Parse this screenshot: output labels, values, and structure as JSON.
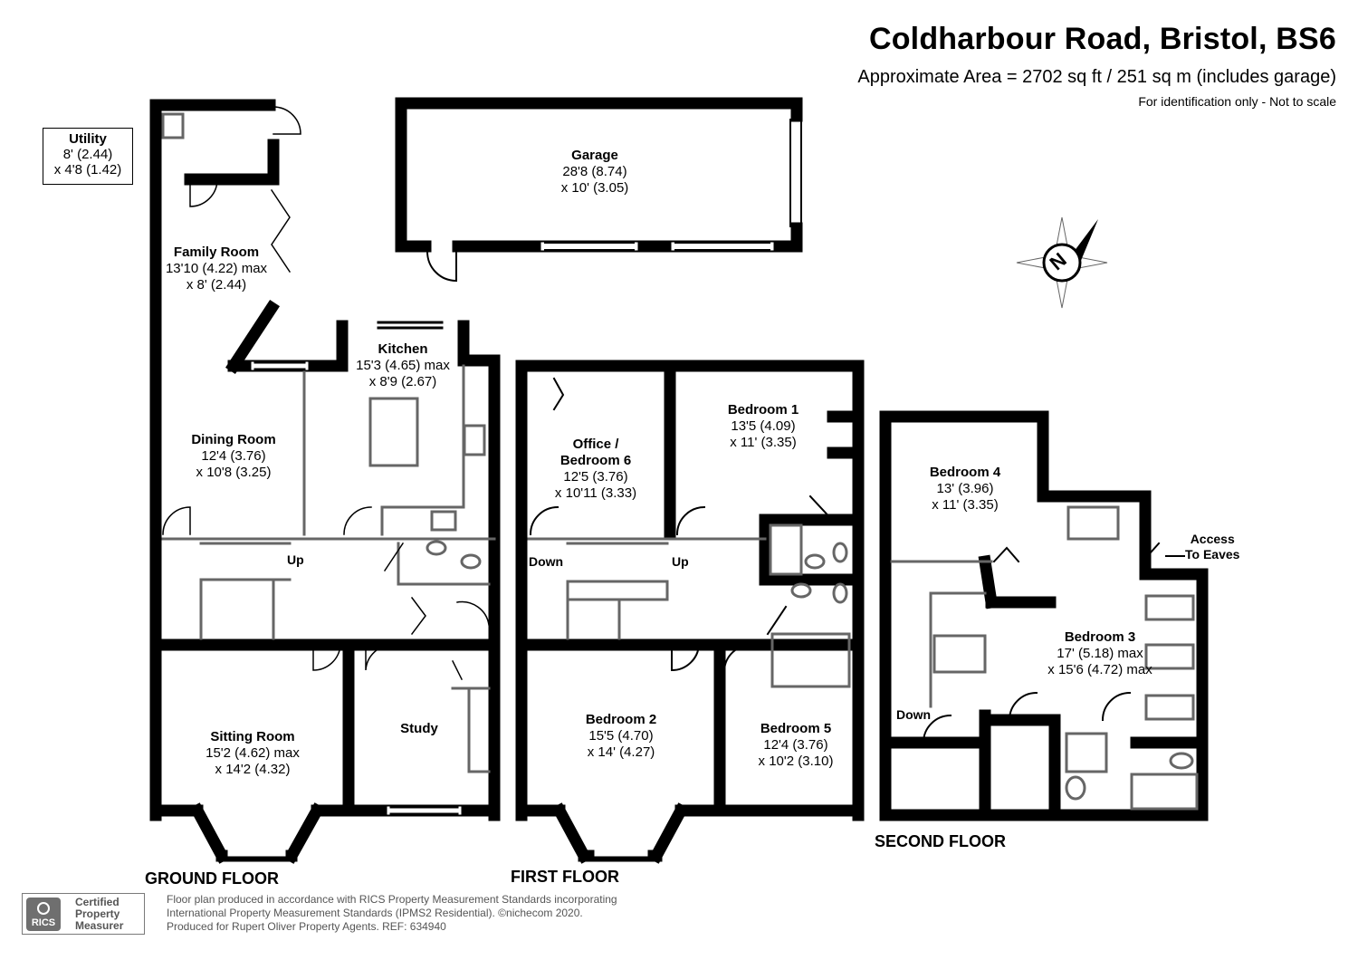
{
  "header": {
    "title": "Coldharbour Road, Bristol, BS6",
    "area": "Approximate Area = 2702 sq ft / 251 sq m (includes garage)",
    "note": "For identification only - Not to scale"
  },
  "rooms": {
    "utility": {
      "name": "Utility",
      "dim1": "8' (2.44)",
      "dim2": "x 4'8 (1.42)"
    },
    "family_room": {
      "name": "Family Room",
      "dim1": "13'10 (4.22) max",
      "dim2": "x 8' (2.44)"
    },
    "garage": {
      "name": "Garage",
      "dim1": "28'8 (8.74)",
      "dim2": "x 10' (3.05)"
    },
    "kitchen": {
      "name": "Kitchen",
      "dim1": "15'3 (4.65) max",
      "dim2": "x 8'9 (2.67)"
    },
    "dining_room": {
      "name": "Dining Room",
      "dim1": "12'4 (3.76)",
      "dim2": "x 10'8 (3.25)"
    },
    "sitting_room": {
      "name": "Sitting Room",
      "dim1": "15'2 (4.62) max",
      "dim2": "x 14'2 (4.32)"
    },
    "study": {
      "name": "Study"
    },
    "office": {
      "name": "Office /",
      "name2": "Bedroom 6",
      "dim1": "12'5 (3.76)",
      "dim2": "x 10'11 (3.33)"
    },
    "bedroom1": {
      "name": "Bedroom 1",
      "dim1": "13'5 (4.09)",
      "dim2": "x 11' (3.35)"
    },
    "bedroom2": {
      "name": "Bedroom 2",
      "dim1": "15'5 (4.70)",
      "dim2": "x 14' (4.27)"
    },
    "bedroom5": {
      "name": "Bedroom 5",
      "dim1": "12'4 (3.76)",
      "dim2": "x 10'2 (3.10)"
    },
    "bedroom4": {
      "name": "Bedroom 4",
      "dim1": "13' (3.96)",
      "dim2": "x 11' (3.35)"
    },
    "bedroom3": {
      "name": "Bedroom 3",
      "dim1": "17' (5.18) max",
      "dim2": "x 15'6 (4.72) max"
    }
  },
  "stairs": {
    "up": "Up",
    "down": "Down"
  },
  "eaves": {
    "line1": "Access",
    "line2": "To Eaves"
  },
  "floors": {
    "ground": "GROUND FLOOR",
    "first": "FIRST FLOOR",
    "second": "SECOND FLOOR"
  },
  "compass": {
    "letter": "N"
  },
  "footer": {
    "logo_short": "RICS",
    "logo_line1": "Certified",
    "logo_line2": "Property",
    "logo_line3": "Measurer",
    "line1": "Floor plan produced in accordance with RICS Property Measurement Standards incorporating",
    "line2": "International Property Measurement Standards (IPMS2 Residential).  ©nichecom 2020.",
    "line3": "Produced for Rupert Oliver Property Agents.   REF: 634940"
  },
  "colors": {
    "wall": "#000000",
    "fixture": "#666666",
    "text_gray": "#555555"
  }
}
